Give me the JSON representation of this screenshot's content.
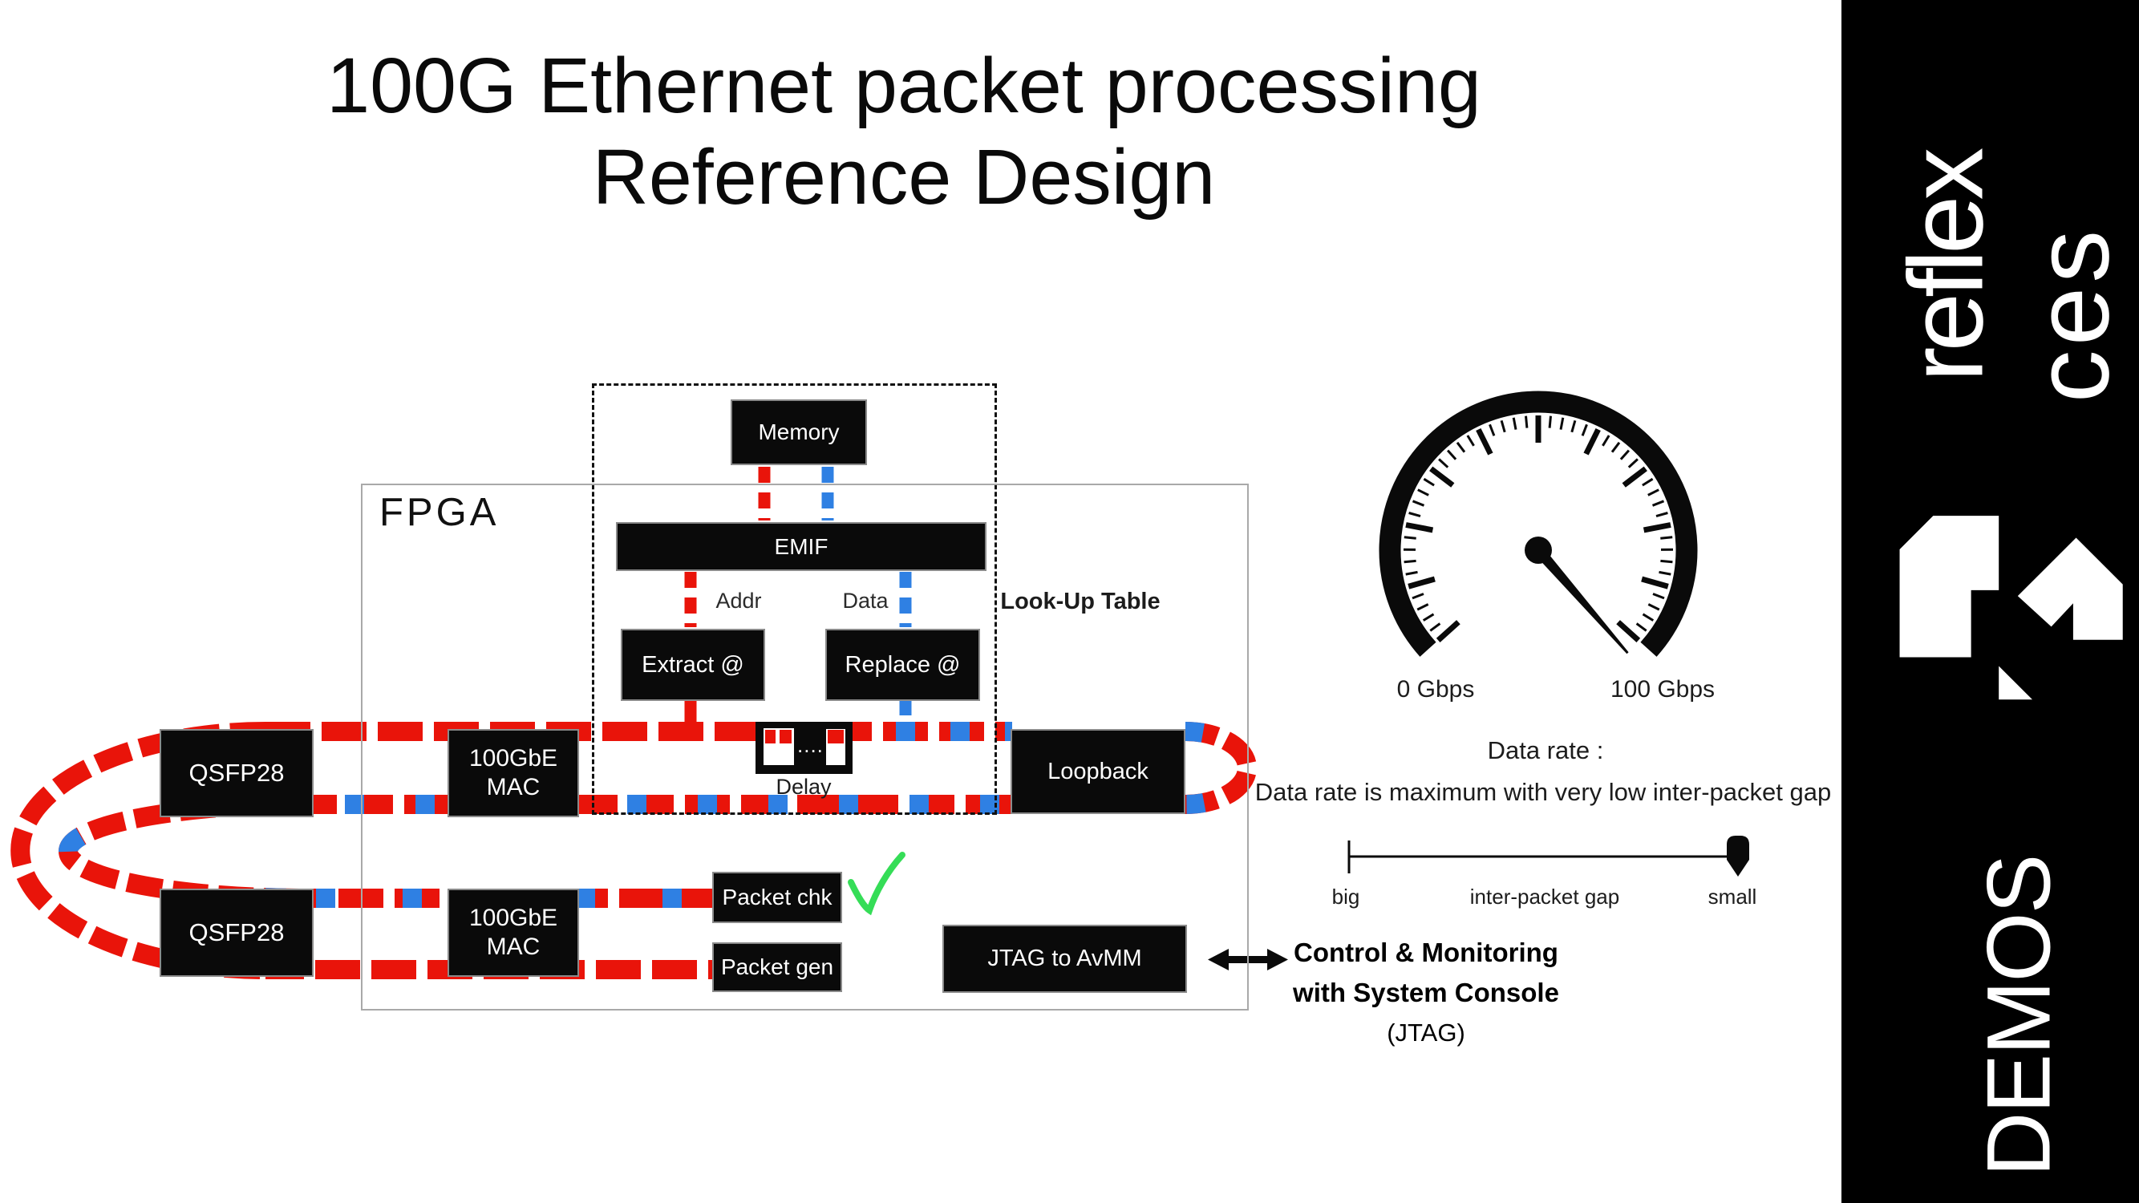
{
  "title": {
    "line1": "100G Ethernet packet processing",
    "line2": "Reference Design"
  },
  "colors": {
    "red": "#e9140a",
    "blue": "#2f80e3",
    "green": "#35dd57",
    "block_black": "#0a0a0a",
    "border_gray": "#a9a9a9"
  },
  "fpga": {
    "label": "FPGA"
  },
  "blocks": {
    "qsfp28_top": "QSFP28",
    "qsfp28_bottom": "QSFP28",
    "mac_top": {
      "line1": "100GbE",
      "line2": "MAC"
    },
    "mac_bottom": {
      "line1": "100GbE",
      "line2": "MAC"
    },
    "memory": "Memory",
    "emif": "EMIF",
    "extract": "Extract @",
    "replace": "Replace @",
    "loopback": "Loopback",
    "packet_chk": "Packet chk",
    "packet_gen": "Packet gen",
    "jtag": "JTAG to AvMM",
    "delay": {
      "dots": "....",
      "label": "Delay"
    }
  },
  "labels": {
    "addr": "Addr",
    "data": "Data",
    "lookup_table": "Look-Up Table"
  },
  "gauge": {
    "min_label": "0 Gbps",
    "max_label": "100 Gbps",
    "value_fraction": 0.97
  },
  "data_rate": {
    "heading": "Data rate :",
    "description": "Data rate is maximum with very low inter-packet gap",
    "slider_left_label": "big",
    "slider_center_label": "inter-packet gap",
    "slider_right_label": "small",
    "handle_position": "small"
  },
  "control": {
    "line1": "Control & Monitoring",
    "line2": "with System Console",
    "line3": "(JTAG)"
  },
  "sidebar": {
    "brand_word1": "reflex",
    "brand_word2": "ces",
    "footer": "DEMOS"
  }
}
